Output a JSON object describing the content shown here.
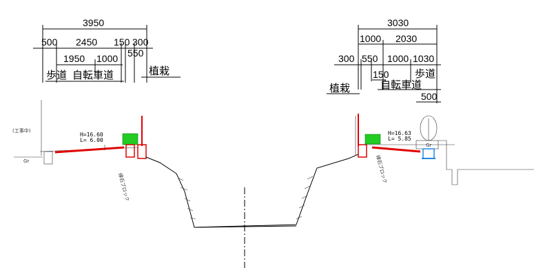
{
  "left": {
    "dims_top": [
      "3950"
    ],
    "dims_row2": [
      "500",
      "2450",
      "150",
      "300"
    ],
    "dims_row3": [
      "1950",
      "1000",
      "550"
    ],
    "label_sidewalk": "歩道",
    "label_bike": "自転車道",
    "label_planting": "植栽",
    "note_construction": "(工事中)",
    "note_gr": "Gr",
    "note_h": "H=16.60",
    "note_l": "L= 6.00",
    "note_block": "縁石ブロック"
  },
  "right": {
    "dims_top": [
      "3030"
    ],
    "dims_row2": [
      "1000",
      "2030"
    ],
    "dims_row3": [
      "300",
      "550",
      "1000",
      "1030"
    ],
    "dims_row4": [
      "150"
    ],
    "dims_row5": [
      "500"
    ],
    "label_planting": "植栽",
    "label_bike": "自転車道",
    "label_sidewalk": "歩道",
    "note_gr": "Gr",
    "note_h": "H=16.63",
    "note_l": "L= 5.85",
    "note_block": "縁石ブロック"
  },
  "colors": {
    "barrier": "#e00000",
    "planter": "#22cc22",
    "drain": "#1e88e5",
    "line": "#000000"
  }
}
